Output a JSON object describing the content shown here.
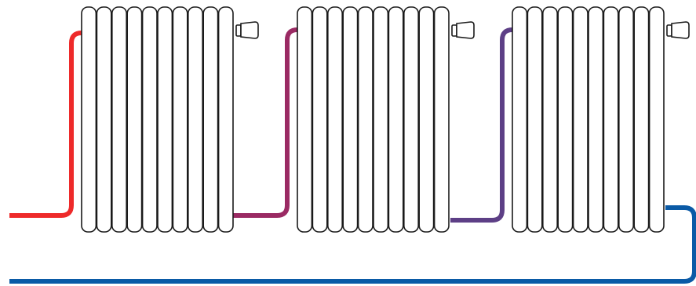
{
  "diagram": {
    "type": "series-radiator-heating-loop",
    "radiators": [
      {
        "name": "radiator-1",
        "fin_count": 10,
        "valve_icon": "thermostatic-valve-icon"
      },
      {
        "name": "radiator-2",
        "fin_count": 10,
        "valve_icon": "thermostatic-valve-icon"
      },
      {
        "name": "radiator-3",
        "fin_count": 10,
        "valve_icon": "thermostatic-valve-icon"
      }
    ],
    "pipes": [
      {
        "name": "supply-pipe",
        "color": "#ee2a2a"
      },
      {
        "name": "connector-pipe-1-2",
        "color": "#9a2a63"
      },
      {
        "name": "connector-pipe-2-3",
        "color": "#5d3f86"
      },
      {
        "name": "return-pipe",
        "color": "#0a5aa6"
      }
    ]
  }
}
